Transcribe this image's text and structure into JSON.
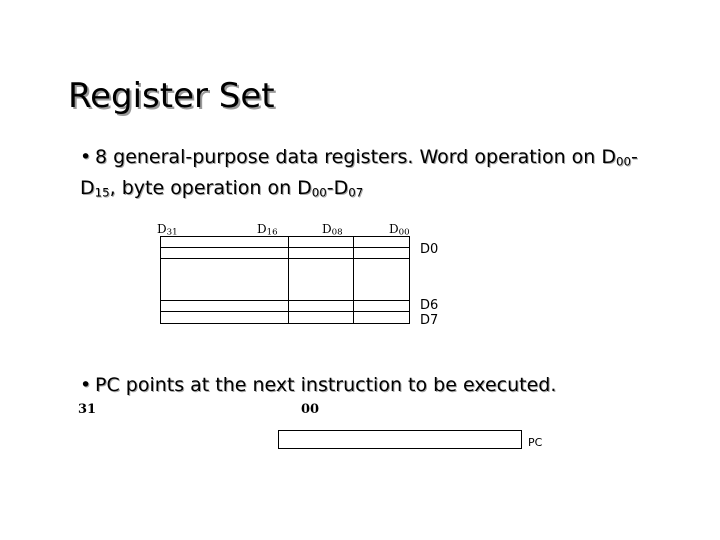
{
  "slide": {
    "title": "Register Set",
    "background_color": "#ffffff",
    "text_color": "#000000",
    "shadow_color": "#9a9a9a"
  },
  "bullets": [
    {
      "marker": "•",
      "segments": [
        {
          "kind": "text",
          "value": "8 general-purpose data registers. Word operation on D"
        },
        {
          "kind": "sub",
          "value": "00"
        },
        {
          "kind": "text",
          "value": "-D"
        },
        {
          "kind": "sub",
          "value": "15"
        },
        {
          "kind": "text",
          "value": ", byte operation on D"
        },
        {
          "kind": "sub",
          "value": "00"
        },
        {
          "kind": "text",
          "value": "-D"
        },
        {
          "kind": "sub",
          "value": "07"
        }
      ],
      "plain": "8 general-purpose data registers. Word operation on D00-D15, byte operation on D00-D07"
    },
    {
      "marker": "•",
      "segments": [
        {
          "kind": "text",
          "value": "PC points at the next instruction to be executed."
        }
      ],
      "plain": "PC points at the next instruction to be executed."
    }
  ],
  "register_table": {
    "column_headers": [
      {
        "base": "D",
        "sub": "31"
      },
      {
        "base": "D",
        "sub": "16"
      },
      {
        "base": "D",
        "sub": "08"
      },
      {
        "base": "D",
        "sub": "00"
      }
    ],
    "row_labels": {
      "first": "D0",
      "second_to_last": "D6",
      "last": "D7"
    },
    "rows": [
      {
        "label": "D0",
        "type": "thin"
      },
      {
        "label": "",
        "type": "thin"
      },
      {
        "label": "",
        "type": "tall"
      },
      {
        "label": "D6",
        "type": "thin"
      },
      {
        "label": "D7",
        "type": "thin"
      }
    ],
    "column_count": 3
  },
  "pc_diagram": {
    "bit_left": "31",
    "bit_right": "00",
    "box_label": "PC"
  }
}
